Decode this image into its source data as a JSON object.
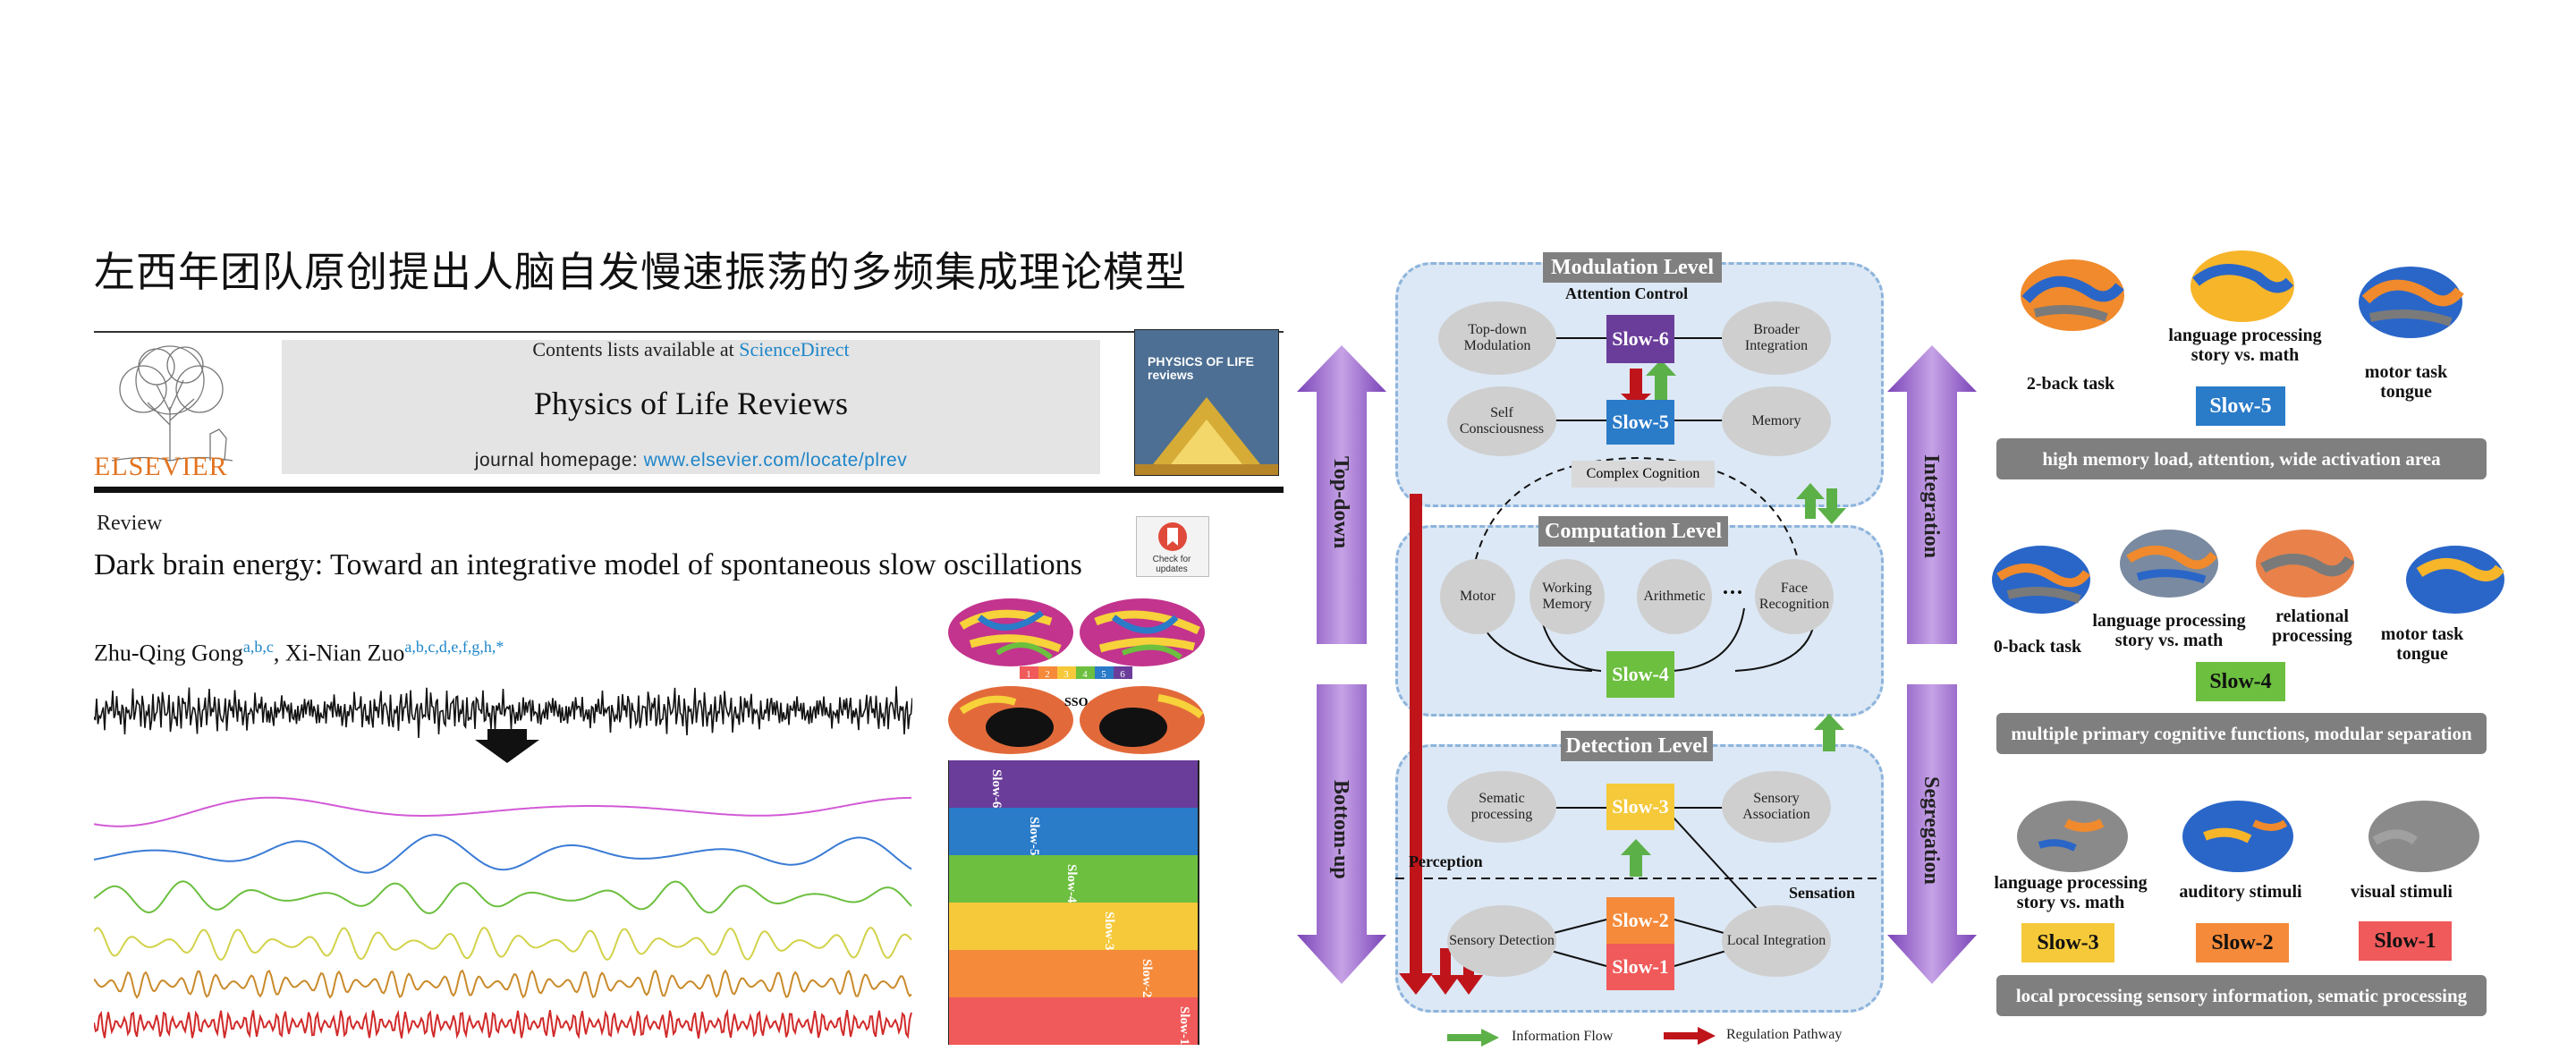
{
  "headline": "左西年团队原创提出人脑自发慢速振荡的多频集成理论模型",
  "journal": {
    "contents_prefix": "Contents lists available at",
    "contents_link": "ScienceDirect",
    "title": "Physics of Life Reviews",
    "homepage_prefix": "journal homepage:",
    "homepage_link": "www.elsevier.com/locate/plrev",
    "publisher": "ELSEVIER",
    "cover_text": "PHYSICS OF LIFE reviews",
    "check_updates": "Check for updates"
  },
  "article": {
    "type": "Review",
    "title": "Dark brain energy: Toward an integrative model of spontaneous slow oscillations",
    "author1": "Zhu-Qing Gong",
    "author1_sup": "a,b,c",
    "sep": ", ",
    "author2": "Xi-Nian Zuo",
    "author2_sup": "a,b,c,d,e,f,g,h,*"
  },
  "figure": {
    "sso_label": "SSO",
    "bands": [
      {
        "label": "Slow-6",
        "color": "#6a3d9a"
      },
      {
        "label": "Slow-5",
        "color": "#2a7bc8"
      },
      {
        "label": "Slow-4",
        "color": "#6cbf3f"
      },
      {
        "label": "Slow-3",
        "color": "#f5c93a"
      },
      {
        "label": "Slow-2",
        "color": "#f58a3a"
      },
      {
        "label": "Slow-1",
        "color": "#f05a5a"
      }
    ],
    "scale_numbers": [
      "1",
      "2",
      "3",
      "4",
      "5",
      "6"
    ]
  },
  "diagram": {
    "modulation": {
      "title": "Modulation Level",
      "subtitle": "Attention Control",
      "nodes": [
        "Top-down Modulation",
        "Broader Integration",
        "Self Consciousness",
        "Memory"
      ],
      "slow6": "Slow-6",
      "slow5": "Slow-5",
      "complex": "Complex Cognition"
    },
    "computation": {
      "title": "Computation Level",
      "nodes": [
        "Motor",
        "Working Memory",
        "Arithmetic",
        "Face Recognition"
      ],
      "ellipsis": "···",
      "slow4": "Slow-4"
    },
    "detection": {
      "title": "Detection Level",
      "nodes": [
        "Sematic processing",
        "Sensory Association",
        "Sensory Detection",
        "Local Integration"
      ],
      "slow3": "Slow-3",
      "slow2": "Slow-2",
      "slow1": "Slow-1",
      "perception": "Perception",
      "sensation": "Sensation"
    },
    "arrows": {
      "topdown": "Top-down",
      "bottomup": "Bottom-up",
      "integration": "Integration",
      "segregation": "Segregation"
    },
    "legend": {
      "info_flow": "Information Flow",
      "regulation": "Regulation Pathway"
    },
    "colors": {
      "slow6": "#6a3d9a",
      "slow5": "#2a7bc8",
      "slow4": "#6cbf3f",
      "slow3": "#f5c93a",
      "slow2": "#f58a3a",
      "slow1": "#f05a5a",
      "purple_arrow": "#8e5cc4",
      "green_arrow": "#5cb048",
      "red_arrow": "#c0141b"
    }
  },
  "right": {
    "row1": {
      "tasks": [
        "2-back task",
        "language processing story vs. math",
        "motor task tongue"
      ],
      "slow": "Slow-5",
      "summary": "high memory load, attention, wide activation area"
    },
    "row2": {
      "tasks": [
        "0-back task",
        "language processing story vs. math",
        "relational processing",
        "motor task tongue"
      ],
      "slow": "Slow-4",
      "summary": "multiple primary cognitive functions, modular separation"
    },
    "row3": {
      "tasks": [
        "language processing story vs. math",
        "auditory stimuli",
        "visual stimuli"
      ],
      "slows": [
        "Slow-3",
        "Slow-2",
        "Slow-1"
      ],
      "summary": "local processing sensory information, sematic processing"
    }
  }
}
